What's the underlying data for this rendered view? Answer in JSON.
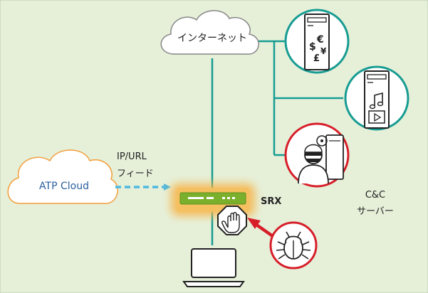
{
  "colors": {
    "background": "#e6f0d9",
    "teal": "#179c92",
    "red": "#d71f2a",
    "orange_glow": "#f6b44a",
    "srx_body": "#7ab02c",
    "dashed_arrow": "#4fb8e0",
    "atp_cloud_glow": "#f6a84a",
    "internet_cloud_glow": "#c4c4c4"
  },
  "labels": {
    "internet": "インターネット",
    "atp_cloud": "ATP Cloud",
    "ip_url_line1": "IP/URL",
    "ip_url_line2": "フィード",
    "srx": "SRX",
    "cnc_line1": "C&C",
    "cnc_line2": "サーバー"
  },
  "icons": {
    "internet": "cloud-icon",
    "atp_cloud": "cloud-icon",
    "server_money": "server-currency-icon",
    "server_media": "server-media-icon",
    "cnc_server": "hacker-server-icon",
    "firewall": "srx-appliance-icon",
    "block": "stop-hand-icon",
    "malware": "bug-icon",
    "client": "laptop-icon"
  }
}
